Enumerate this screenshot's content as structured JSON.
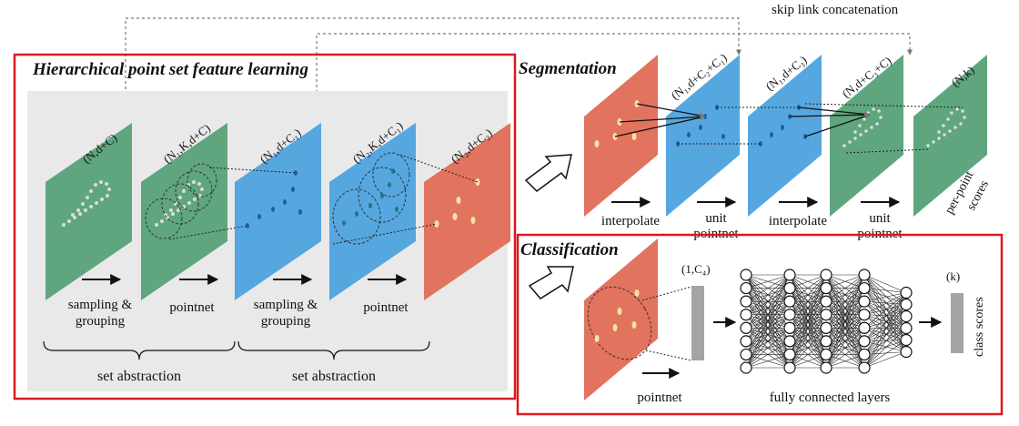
{
  "skip_link_label": "skip link concatenation",
  "hierarchical": {
    "title": "Hierarchical point set feature learning",
    "layers": [
      {
        "dim": "(N,d+C)",
        "color": "green"
      },
      {
        "dim": "(N₁,K,d+C)",
        "color": "green"
      },
      {
        "dim": "(N₁,d+C₁)",
        "color": "blue"
      },
      {
        "dim": "(N₂,K,d+C₁)",
        "color": "blue"
      },
      {
        "dim": "(N₂,d+C₂)",
        "color": "red"
      }
    ],
    "operations": [
      {
        "line1": "sampling &",
        "line2": "grouping"
      },
      {
        "line1": "pointnet",
        "line2": ""
      },
      {
        "line1": "sampling &",
        "line2": "grouping"
      },
      {
        "line1": "pointnet",
        "line2": ""
      }
    ],
    "abstraction_labels": [
      "set abstraction",
      "set abstraction"
    ]
  },
  "segmentation": {
    "title": "Segmentation",
    "layers": [
      {
        "dim": "",
        "color": "red"
      },
      {
        "dim": "(N₁,d+C₂+C₁)",
        "color": "blue"
      },
      {
        "dim": "(N₁,d+C₃)",
        "color": "blue"
      },
      {
        "dim": "(N,d+C₃+C)",
        "color": "green"
      },
      {
        "dim": "(N,k)",
        "color": "green"
      }
    ],
    "operations": [
      {
        "line1": "interpolate",
        "line2": ""
      },
      {
        "line1": "unit",
        "line2": "pointnet"
      },
      {
        "line1": "interpolate",
        "line2": ""
      },
      {
        "line1": "unit",
        "line2": "pointnet"
      }
    ],
    "output_label_line1": "per-point",
    "output_label_line2": "scores"
  },
  "classification": {
    "title": "Classification",
    "vector_dim": "(1,C₄)",
    "output_dim": "(k)",
    "pointnet_label": "pointnet",
    "fc_label": "fully connected layers",
    "output_label": "class scores"
  },
  "colors": {
    "green": "#5fa67e",
    "blue": "#56a7e0",
    "red": "#e2735f",
    "highlight_border": "#d81b22",
    "panel_bg": "#e9e9e9"
  }
}
